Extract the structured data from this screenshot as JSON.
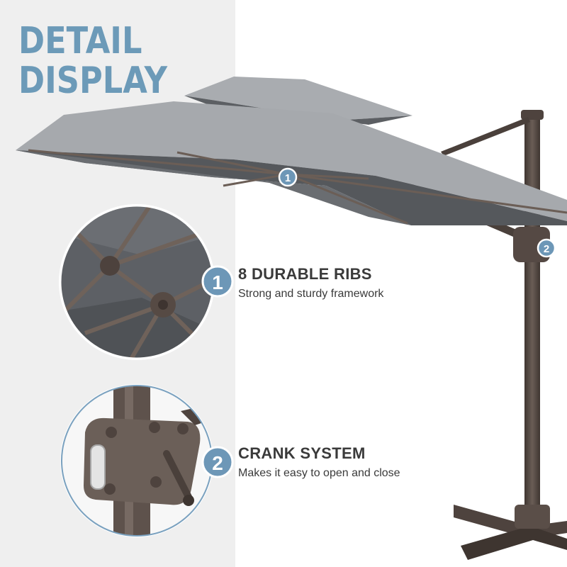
{
  "header": {
    "title_line1": "DETAIL",
    "title_line2": "DISPLAY"
  },
  "features": [
    {
      "number": "1",
      "title": "8 DURABLE RIBS",
      "description": "Strong and sturdy framework"
    },
    {
      "number": "2",
      "title": "CRANK SYSTEM",
      "description": "Makes it easy to open and close"
    }
  ],
  "callouts": {
    "marker_1": "1",
    "marker_2": "2"
  },
  "colors": {
    "title_blue": "#6c9ab8",
    "badge_blue": "#6d97b7",
    "canopy_gray": "#a6a9ad",
    "frame_bronze": "#5b4f49",
    "text_dark": "#3a3a3a"
  }
}
